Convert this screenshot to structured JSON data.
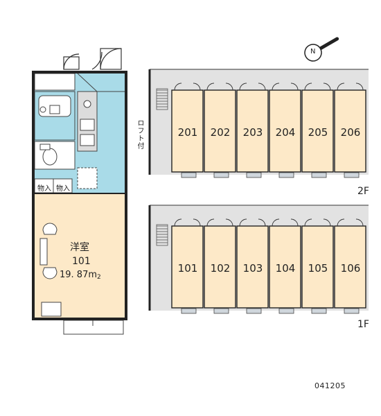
{
  "unit_plan": {
    "room_label": "洋室",
    "room_number": "101",
    "room_area": "19. 87m",
    "room_area_suffix": "2",
    "loft_label": "ロフト付",
    "storage_labels": [
      "物入",
      "物入"
    ]
  },
  "building": {
    "floors": [
      {
        "label": "2F",
        "units": [
          "201",
          "202",
          "203",
          "204",
          "205",
          "206"
        ]
      },
      {
        "label": "1F",
        "units": [
          "101",
          "102",
          "103",
          "104",
          "105",
          "106"
        ]
      }
    ]
  },
  "compass": {
    "symbol": "N"
  },
  "listing_code": "041205",
  "colors": {
    "room_fill": "#fde9c8",
    "wet_fill": "#a9dbe8",
    "wall": "#222222",
    "corridor": "#e2e2e2",
    "balcony": "#cfd6dc"
  }
}
